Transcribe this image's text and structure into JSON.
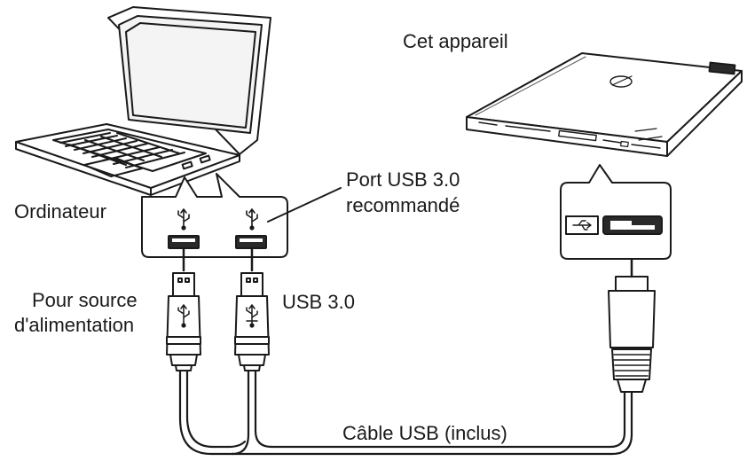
{
  "labels": {
    "device": "Cet appareil",
    "computer": "Ordinateur",
    "port_line1": "Port USB 3.0",
    "port_line2": "recommandé",
    "power_line1": "Pour source",
    "power_line2": "d'alimentation",
    "usb3": "USB 3.0",
    "cable": "Câble USB (inclus)"
  },
  "icons": [
    "laptop-icon",
    "disc-drive-icon",
    "usb-symbol-icon",
    "usb-port-icon",
    "usb-a-plug-icon",
    "micro-b-plug-icon",
    "usb-micro-b-port-icon",
    "callout-bubble-icon"
  ]
}
